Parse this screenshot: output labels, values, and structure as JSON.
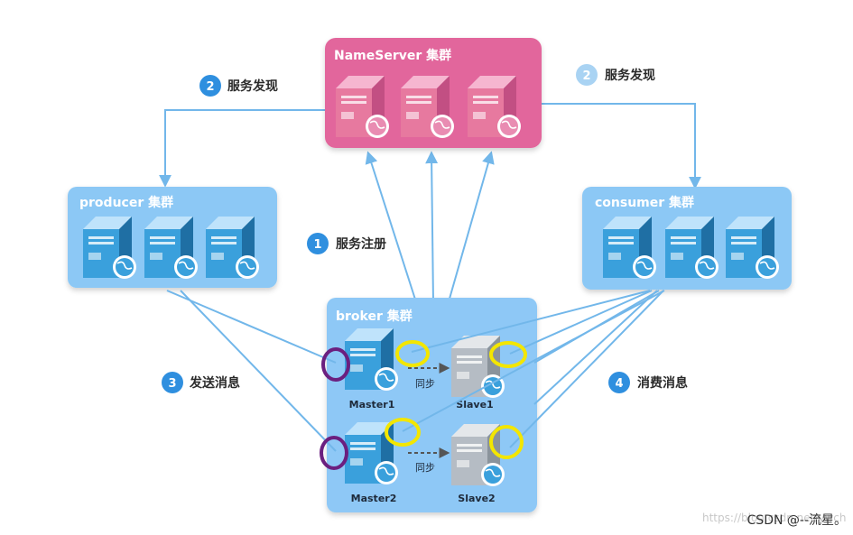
{
  "clusters": {
    "nameserver": {
      "title": "NameServer 集群"
    },
    "producer": {
      "title": "producer 集群"
    },
    "consumer": {
      "title": "consumer 集群"
    },
    "broker": {
      "title": "broker 集群"
    }
  },
  "steps": [
    {
      "num": "1",
      "label": "服务注册"
    },
    {
      "num": "2",
      "label": "服务发现"
    },
    {
      "num": "2",
      "label": "服务发现"
    },
    {
      "num": "3",
      "label": "发送消息"
    },
    {
      "num": "4",
      "label": "消费消息"
    }
  ],
  "broker_nodes": {
    "master1": "Master1",
    "slave1": "Slave1",
    "master2": "Master2",
    "slave2": "Slave2",
    "sync_label": "同步"
  },
  "watermark": {
    "faint": "https://blog.csdn.net/ywch",
    "main": "CSDN @--流星。"
  },
  "colors": {
    "nameserver_panel": "#e2669c",
    "cluster_panel": "#8cc8f5",
    "broker_panel": "#8ec8f6",
    "arrow_line": "#72b7ea",
    "step_badge": "#2f8fdf",
    "step_badge_faint": "#a9d3f3",
    "master_server": "#3aa0dc",
    "slave_server": "#b5bcc4",
    "highlight_purple": "#6b1f7f",
    "highlight_yellow": "#f3e600"
  }
}
